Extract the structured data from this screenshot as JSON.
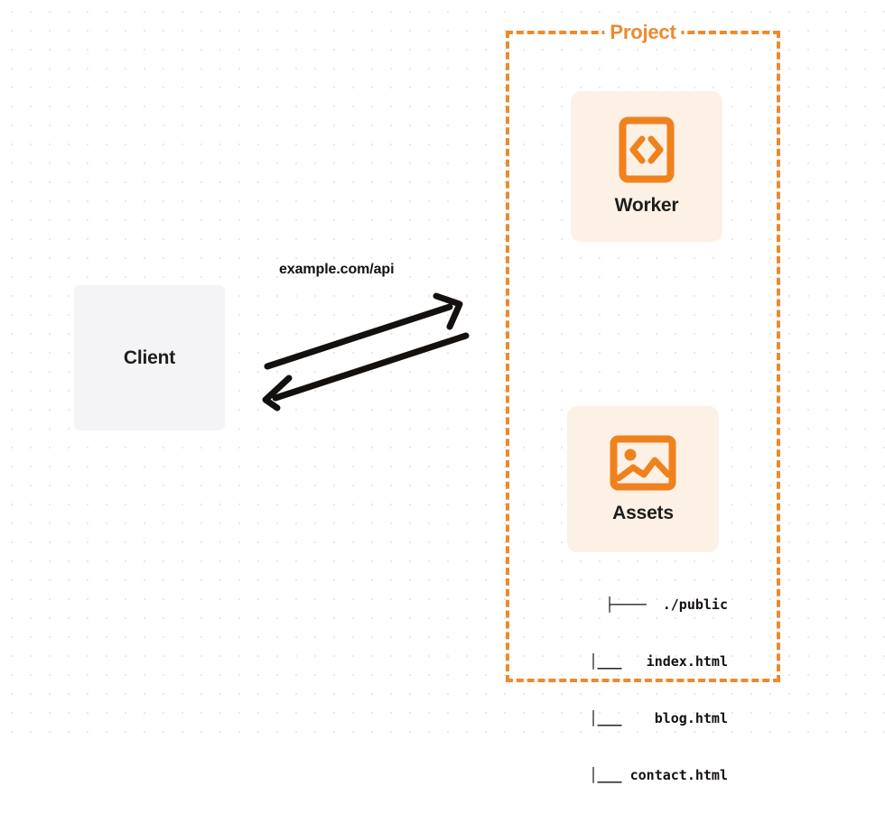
{
  "diagram": {
    "title": "Project",
    "client": {
      "label": "Client"
    },
    "connection": {
      "label": "example.com/api",
      "request_arrow": "arrow-right",
      "response_arrow": "arrow-left"
    },
    "services": [
      {
        "id": "worker",
        "label": "Worker",
        "icon": "code-brackets-icon"
      },
      {
        "id": "assets",
        "label": "Assets",
        "icon": "image-icon"
      }
    ],
    "file_tree": [
      "├────  ./public",
      "│___   index.html",
      "│___    blog.html",
      "│___ contact.html"
    ],
    "colors": {
      "brand_orange": "#ed8a2c",
      "icon_orange": "#f0821e",
      "card_background": "#fdf1e5",
      "client_background": "#f4f4f6",
      "text_dark": "#14100e",
      "grid_dot": "#e9e9ec"
    }
  }
}
